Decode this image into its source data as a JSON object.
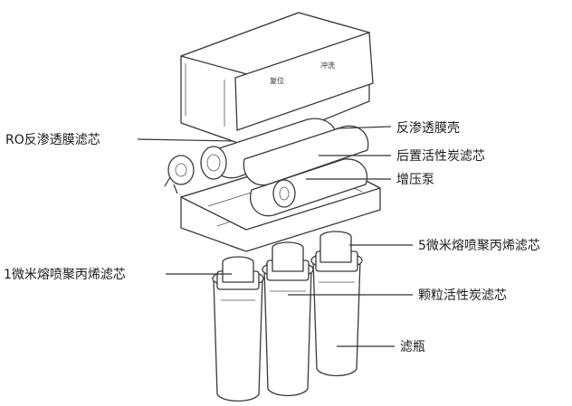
{
  "panel": {
    "button_left": "复位",
    "button_right": "冲洗"
  },
  "labels": {
    "ro_membrane_filter": "RO反渗透膜滤芯",
    "ro_membrane_housing": "反渗透膜壳",
    "post_carbon_filter": "后置活性炭滤芯",
    "booster_pump": "增压泵",
    "pp_5_micron_filter": "5微米熔喷聚丙烯滤芯",
    "pp_1_micron_filter": "1微米熔喷聚丙烯滤芯",
    "granular_carbon_filter": "颗粒活性炭滤芯",
    "filter_bottle": "滤瓶"
  }
}
